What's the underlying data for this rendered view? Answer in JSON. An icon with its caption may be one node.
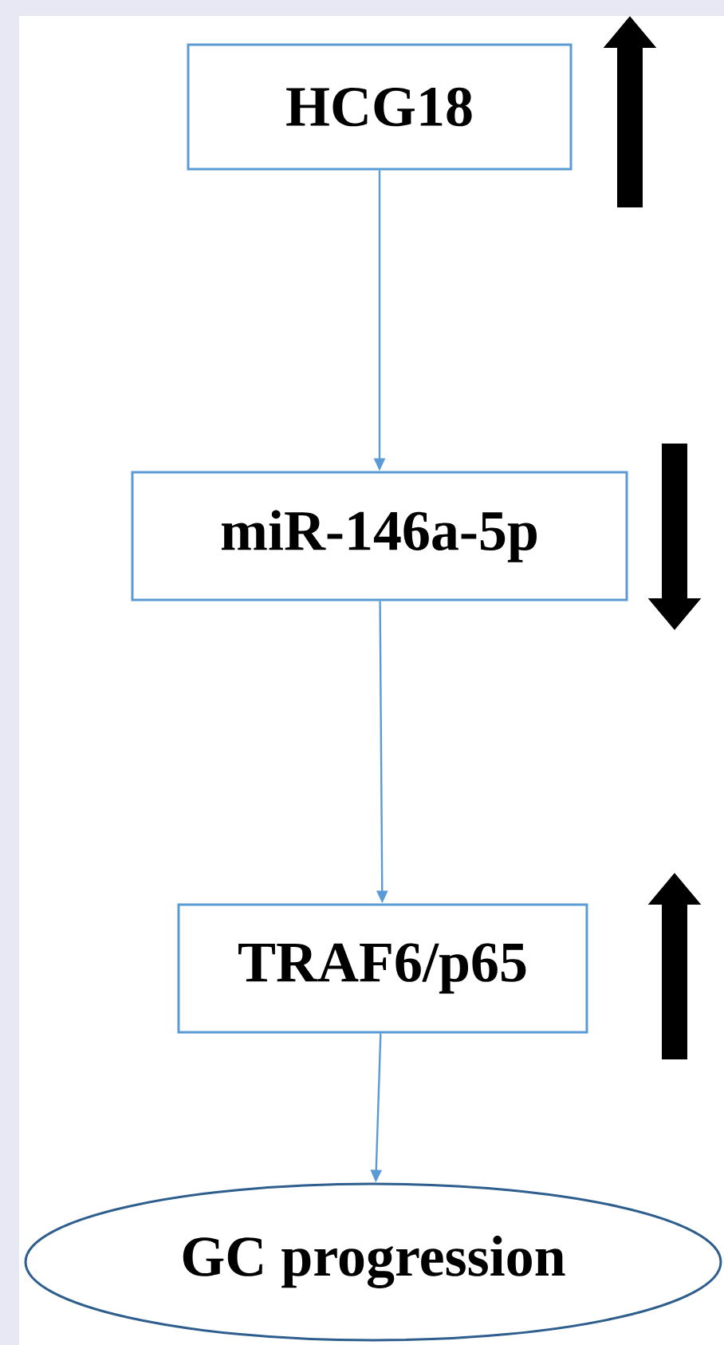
{
  "diagram": {
    "nodes": [
      {
        "text": [
          "HCG18"
        ]
      },
      {
        "text": [
          "miR-146a-5p"
        ]
      },
      {
        "text": [
          "TRAF6/p65"
        ]
      },
      {
        "text": [
          "GC progression"
        ]
      }
    ],
    "edges": [
      {
        "from": 0,
        "to": 1,
        "arrow": "to"
      },
      {
        "from": 1,
        "to": 2,
        "arrow": "to"
      },
      {
        "from": 2,
        "to": 3,
        "arrow": "to"
      }
    ]
  }
}
